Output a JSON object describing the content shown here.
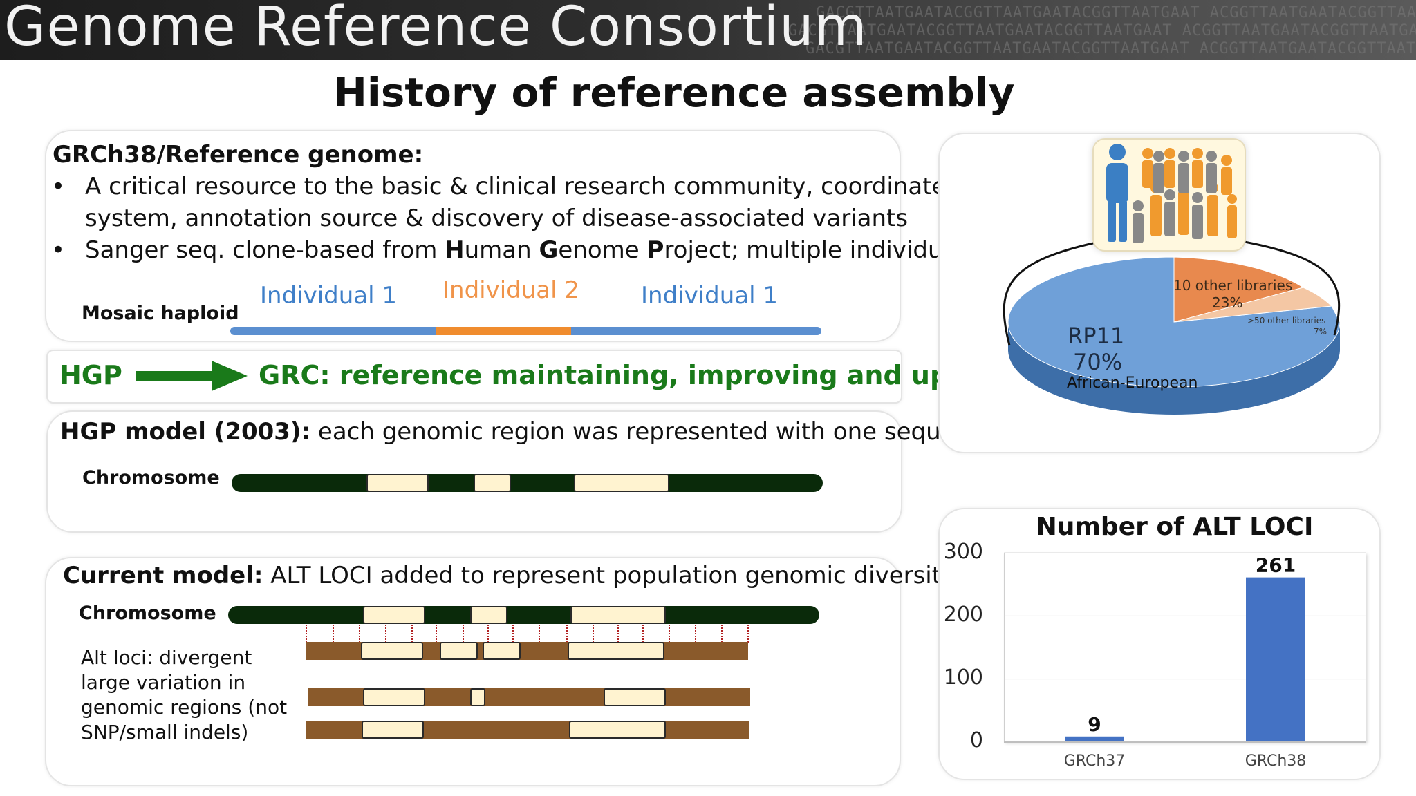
{
  "banner": {
    "title": "Genome Reference Consortium",
    "dna_texture": "GACGTTAATGAATACGGTTAATGAATACGGTTAATGAAT ACGGTTAATGAATACGGTTAATGAATACGGTT AATGAATACGGTTAATGAAT"
  },
  "slide": {
    "title": "History of reference assembly"
  },
  "grch38_panel": {
    "heading": "GRCh38/Reference genome:",
    "bullet1_line1": "A critical resource to the basic & clinical research community, coordinate",
    "bullet1_line2": "system, annotation source & discovery of disease-associated variants",
    "bullet2_pre": "Sanger seq. clone-based from ",
    "bullet2_h": "H",
    "bullet2_uman": "uman ",
    "bullet2_g": "G",
    "bullet2_enome": "enome ",
    "bullet2_p": "P",
    "bullet2_rest": "roject; multiple individuals",
    "mosaic_label": "Mosaic haploid",
    "individual_1a": "Individual 1",
    "individual_2": "Individual 2",
    "individual_1b": "Individual 1"
  },
  "hgp_grc": {
    "left": "HGP",
    "right": "GRC: reference maintaining, improving and updates"
  },
  "hgp_model": {
    "heading_bold": "HGP model (2003):",
    "heading_rest": " each genomic region was represented with one sequence",
    "chromosome_label": "Chromosome"
  },
  "current_model": {
    "heading_bold": "Current model:",
    "heading_rest": " ALT LOCI added to represent population genomic diversity",
    "chromosome_label": "Chromosome",
    "alt_line1": "Alt loci: divergent",
    "alt_line2": "large variation in",
    "alt_line3": "genomic regions (not",
    "alt_line4": "SNP/small indels)"
  },
  "pie_panel": {
    "label_rp11": "RP11",
    "label_rp11_pct": "70%",
    "label_african": "African-European",
    "label_other10": "10 other libraries",
    "label_other10_pct": "23%",
    "label_other50": ">50 other libraries",
    "label_other50_pct": "7%",
    "colors": {
      "rp11": "#6fa0d8",
      "other10": "#e8894e",
      "other50": "#f4c7a4"
    },
    "icon": "crowd-of-people-icon"
  },
  "chart_data": {
    "type": "bar",
    "title": "Number of ALT LOCI",
    "categories": [
      "GRCh37",
      "GRCh38"
    ],
    "values": [
      9,
      261
    ],
    "data_labels": [
      "9",
      "261"
    ],
    "ylim": [
      0,
      300
    ],
    "yticks": [
      "300",
      "200",
      "100",
      "0"
    ],
    "grid": true,
    "bar_color": "#4472c4"
  }
}
